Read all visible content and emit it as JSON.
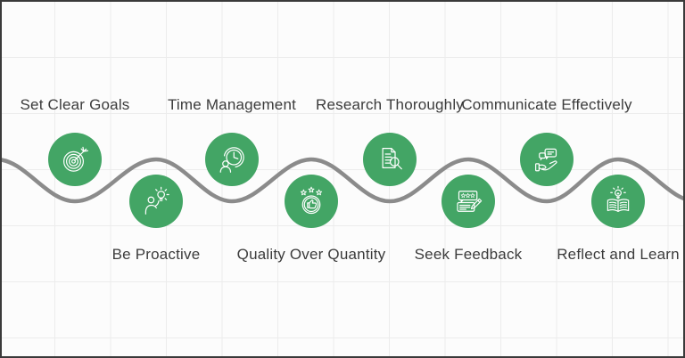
{
  "colors": {
    "circle_fill": "#43a565",
    "icon_stroke": "#ffffff",
    "wave_line": "#8b8b8b",
    "label_text": "#3b3b3b",
    "grid_line": "#ececec",
    "background": "#fcfcfc",
    "border": "#3a3a3a"
  },
  "wave": {
    "shape": "sine",
    "description": "gray wavy timeline thread weaving behind circles"
  },
  "items": [
    {
      "label": "Set Clear Goals",
      "position": "top",
      "icon": "target-goal-icon"
    },
    {
      "label": "Be Proactive",
      "position": "bottom",
      "icon": "person-idea-icon"
    },
    {
      "label": "Time Management",
      "position": "top",
      "icon": "clock-person-icon"
    },
    {
      "label": "Quality Over Quantity",
      "position": "bottom",
      "icon": "thumbs-up-stars-icon"
    },
    {
      "label": "Research Thoroughly",
      "position": "top",
      "icon": "document-magnifier-icon"
    },
    {
      "label": "Seek Feedback",
      "position": "bottom",
      "icon": "review-pencil-icon"
    },
    {
      "label": "Communicate Effectively",
      "position": "top",
      "icon": "hand-chat-bubbles-icon"
    },
    {
      "label": "Reflect and Learn",
      "position": "bottom",
      "icon": "book-idea-icon"
    }
  ]
}
